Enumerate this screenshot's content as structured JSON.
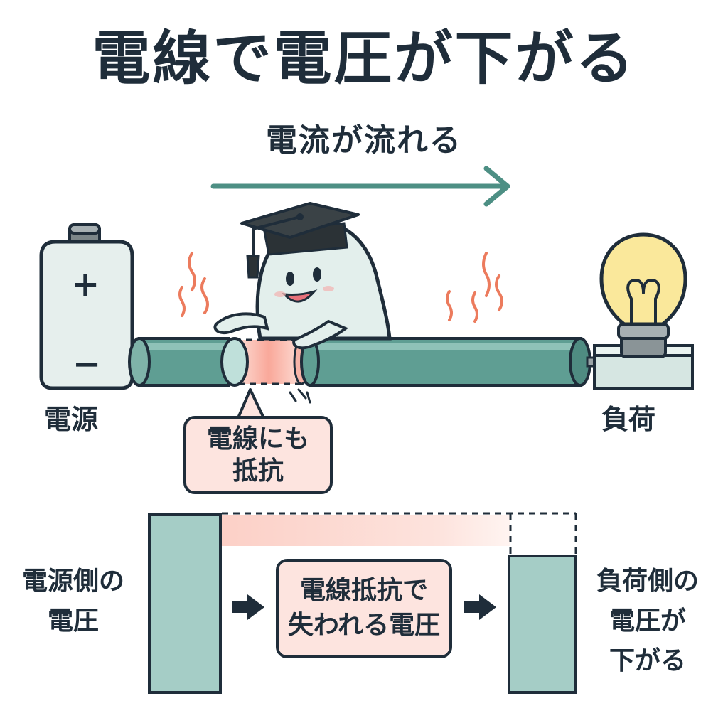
{
  "title": "電線で電圧が下がる",
  "flow_label": "電流が流れる",
  "battery": {
    "plus": "+",
    "minus": "−"
  },
  "source_label": "電源",
  "load_label": "負荷",
  "bubble": {
    "line1": "電線にも",
    "line2": "抵抗"
  },
  "chart_data": {
    "type": "bar",
    "categories": [
      "電源側の電圧",
      "負荷側の電圧が下がる"
    ],
    "labels": {
      "source_side": [
        "電源側の",
        "電圧"
      ],
      "load_side": [
        "負荷側の",
        "電圧が",
        "下がる"
      ]
    },
    "loss_label": [
      "電線抵抗で",
      "失われる電圧"
    ]
  },
  "colors": {
    "outline": "#1f2d3a",
    "wire": "#5f9e93",
    "wire_light": "#a9d1c9",
    "bar": "#a5cdc6",
    "loss": "#fdd5cd",
    "heat": "#ec7b5d",
    "arrow": "#4d8f84",
    "bulb": "#fae89b",
    "battery": "#e6efed"
  }
}
